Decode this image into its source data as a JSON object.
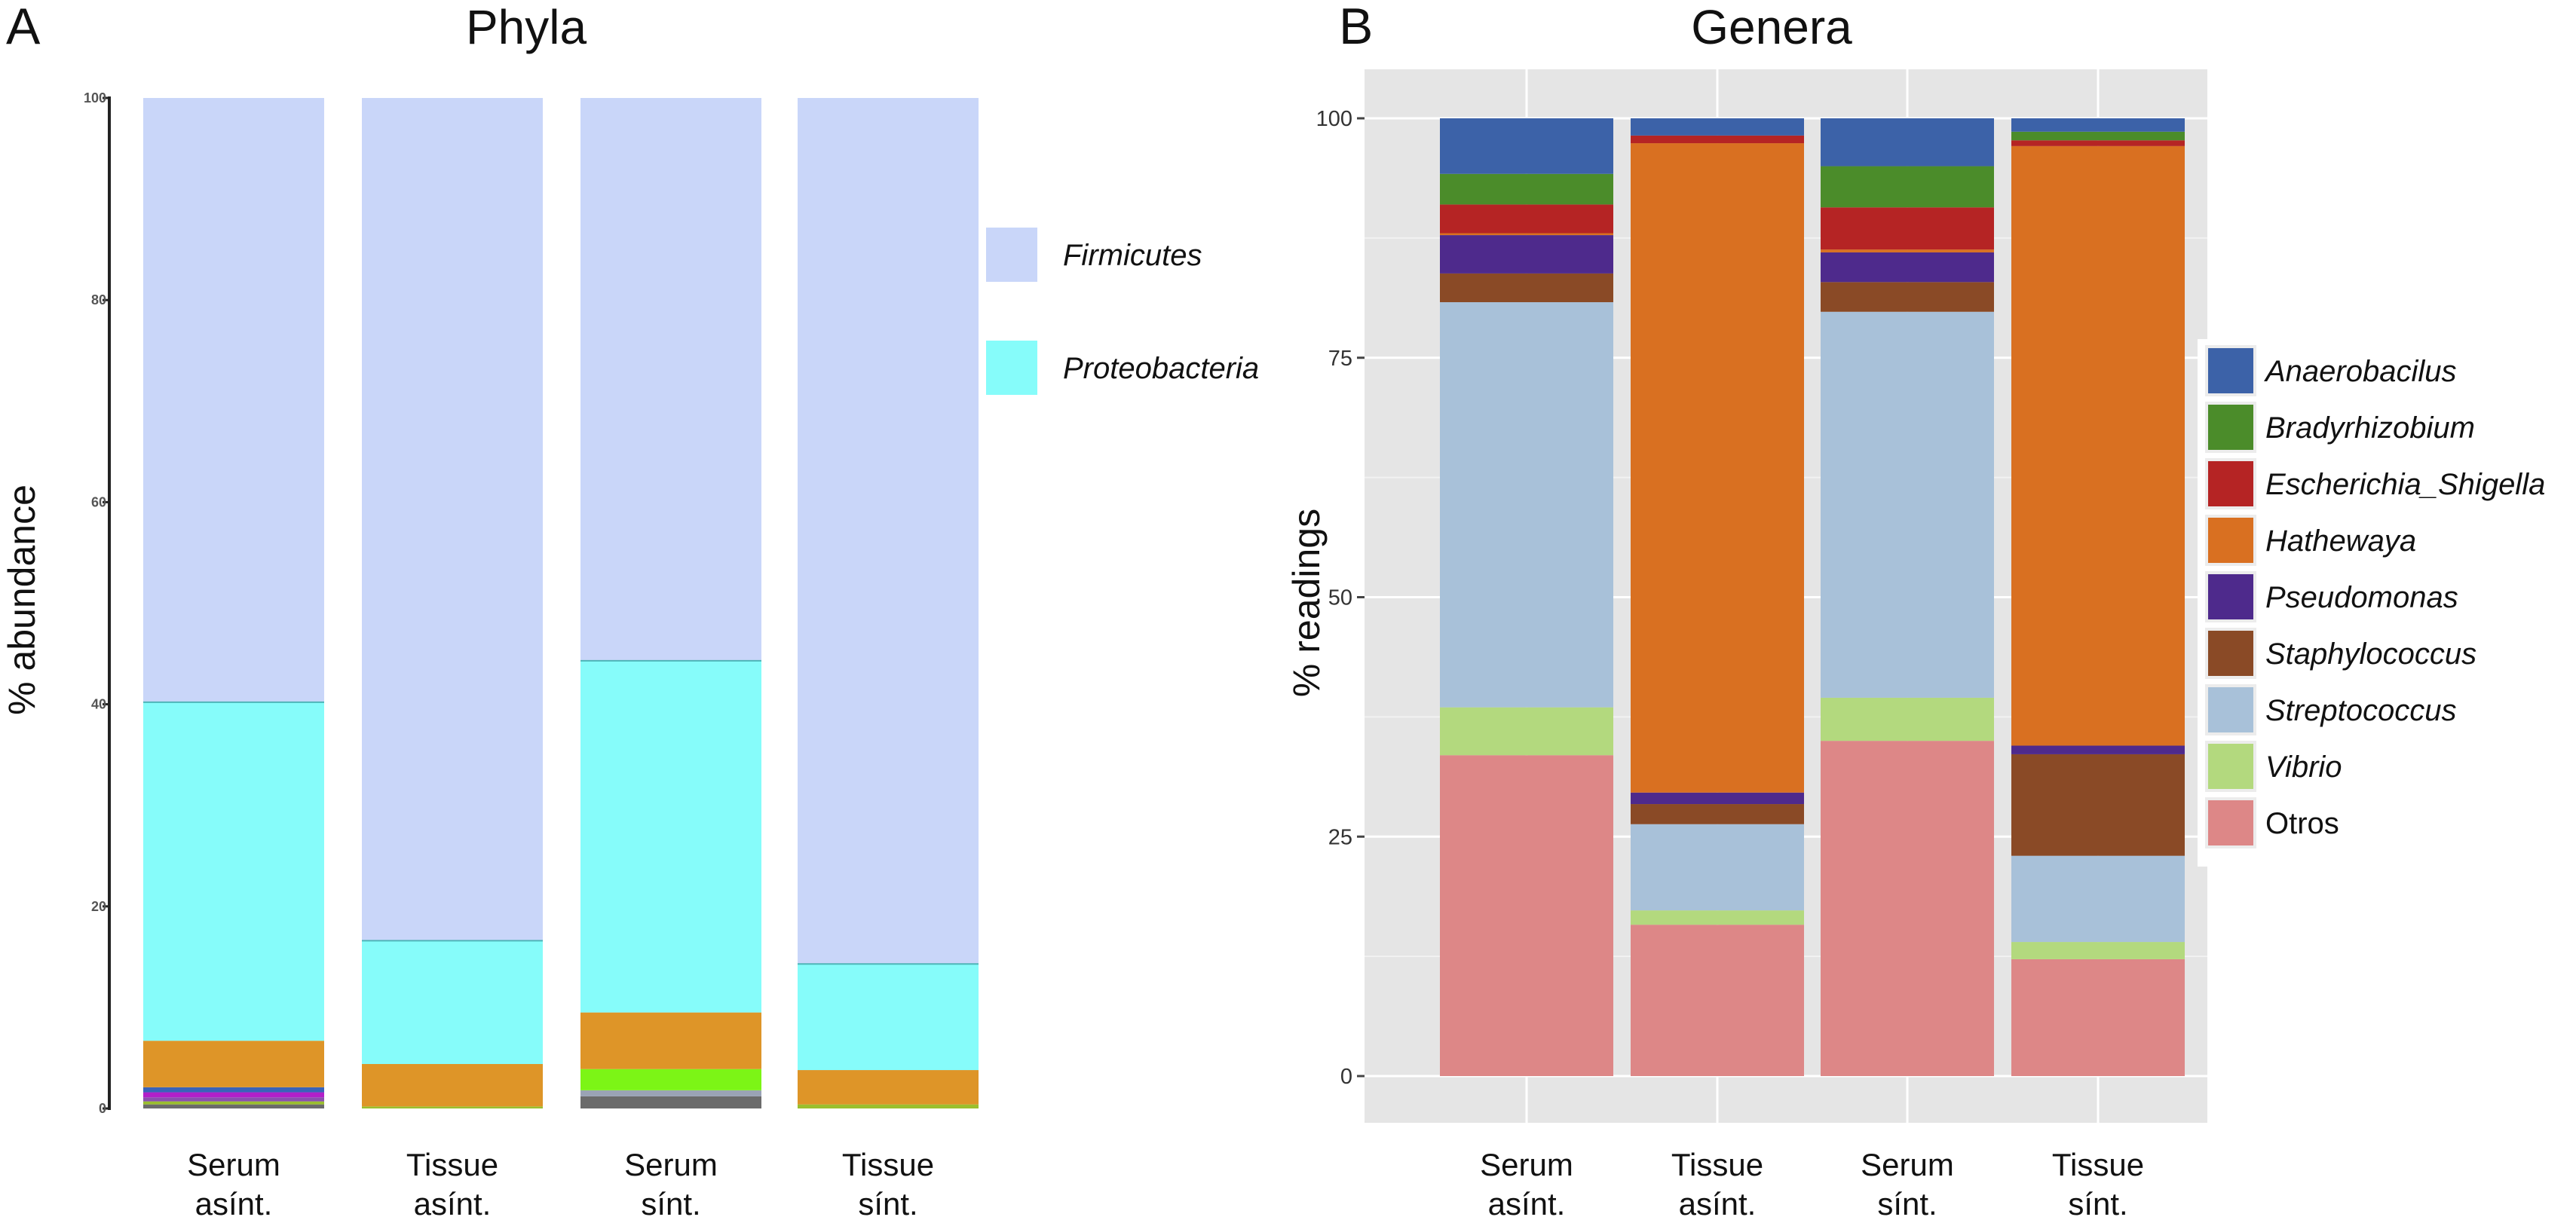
{
  "chart_data": [
    {
      "panel_letter": "A",
      "type": "bar",
      "stacked": true,
      "title": "Phyla",
      "ylabel": "% abundance",
      "ylim": [
        0,
        100
      ],
      "yticks": [
        0,
        20,
        40,
        60,
        80,
        100
      ],
      "grid": false,
      "legend_position": "right",
      "categories": [
        [
          "Serum",
          "asínt."
        ],
        [
          "Tissue",
          "asínt."
        ],
        [
          "Serum",
          "sínt."
        ],
        [
          "Tissue",
          "sínt."
        ]
      ],
      "legend": [
        {
          "name": "Firmicutes",
          "color": "#c9d6f9"
        },
        {
          "name": "Proteobacteria",
          "color": "#86fcfa"
        }
      ],
      "segments": [
        [
          {
            "value": 0.4,
            "color": "#6b6b6b"
          },
          {
            "value": 0.3,
            "color": "#9bbf2e"
          },
          {
            "value": 0.4,
            "color": "#8a4fb0"
          },
          {
            "value": 0.5,
            "color": "#b21fc9"
          },
          {
            "value": 0.5,
            "color": "#3a63b8"
          },
          {
            "value": 4.6,
            "color": "#de9528"
          },
          {
            "value": 33.5,
            "color": "#86fcfa"
          },
          {
            "value": 59.8,
            "color": "#c9d6f9"
          }
        ],
        [
          {
            "value": 0.2,
            "color": "#9bbf2e"
          },
          {
            "value": 4.2,
            "color": "#de9528"
          },
          {
            "value": 12.2,
            "color": "#86fcfa"
          },
          {
            "value": 83.4,
            "color": "#c9d6f9"
          }
        ],
        [
          {
            "value": 1.2,
            "color": "#6b6b6b"
          },
          {
            "value": 0.6,
            "color": "#9aa3b5"
          },
          {
            "value": 2.1,
            "color": "#7cf516"
          },
          {
            "value": 5.6,
            "color": "#de9528"
          },
          {
            "value": 34.8,
            "color": "#86fcfa"
          },
          {
            "value": 55.7,
            "color": "#c9d6f9"
          }
        ],
        [
          {
            "value": 0.4,
            "color": "#9bbf2e"
          },
          {
            "value": 3.4,
            "color": "#de9528"
          },
          {
            "value": 10.5,
            "color": "#86fcfa"
          },
          {
            "value": 85.7,
            "color": "#c9d6f9"
          }
        ]
      ]
    },
    {
      "panel_letter": "B",
      "type": "bar",
      "stacked": true,
      "title": "Genera",
      "ylabel": "% readings",
      "ylim": [
        0,
        100
      ],
      "yticks": [
        0,
        25,
        50,
        75,
        100
      ],
      "grid": true,
      "legend_position": "right",
      "categories": [
        [
          "Serum",
          "asínt."
        ],
        [
          "Tissue",
          "asínt."
        ],
        [
          "Serum",
          "sínt."
        ],
        [
          "Tissue",
          "sínt."
        ]
      ],
      "series": [
        {
          "name": "Otros",
          "color": "#dd8787",
          "italic": false,
          "values": [
            33.5,
            15.8,
            35.0,
            12.2
          ]
        },
        {
          "name": "Vibrio",
          "color": "#b3d97e",
          "italic": true,
          "values": [
            5.0,
            1.5,
            4.5,
            1.8
          ]
        },
        {
          "name": "Streptococcus",
          "color": "#a8c1d9",
          "italic": true,
          "values": [
            42.3,
            9.0,
            40.3,
            9.0
          ]
        },
        {
          "name": "Staphylococcus",
          "color": "#8a4a26",
          "italic": true,
          "values": [
            3.0,
            2.1,
            3.1,
            10.6
          ]
        },
        {
          "name": "Pseudomonas",
          "color": "#4e2a8c",
          "italic": true,
          "values": [
            4.0,
            1.2,
            3.1,
            0.9
          ]
        },
        {
          "name": "Hathewaya",
          "color": "#d97021",
          "italic": true,
          "values": [
            0.2,
            67.8,
            0.3,
            62.6
          ]
        },
        {
          "name": "Escherichia_Shigella",
          "color": "#b52424",
          "italic": true,
          "values": [
            3.0,
            0.8,
            4.4,
            0.6
          ]
        },
        {
          "name": "Bradyrhizobium",
          "color": "#4b8c2a",
          "italic": true,
          "values": [
            3.2,
            0.0,
            4.3,
            0.9
          ]
        },
        {
          "name": "Anaerobacilus",
          "color": "#3c62a8",
          "italic": true,
          "values": [
            5.8,
            1.8,
            5.0,
            1.4
          ]
        }
      ],
      "legend_order": [
        "Anaerobacilus",
        "Bradyrhizobium",
        "Escherichia_Shigella",
        "Hathewaya",
        "Pseudomonas",
        "Staphylococcus",
        "Streptococcus",
        "Vibrio",
        "Otros"
      ]
    }
  ]
}
